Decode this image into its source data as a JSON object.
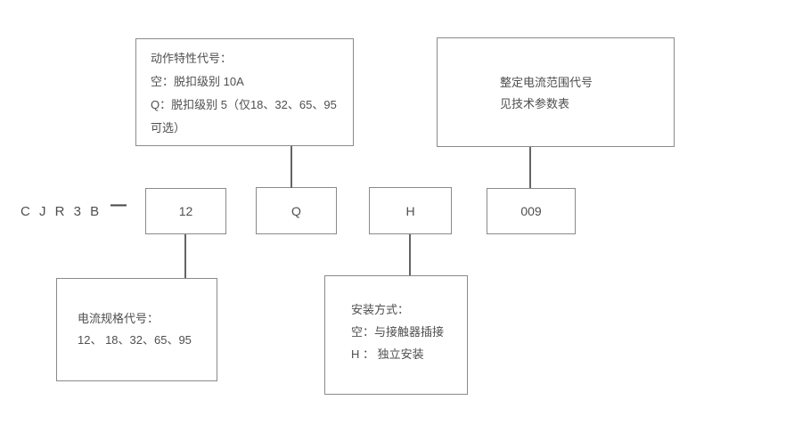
{
  "diagram": {
    "model_prefix": "C J R 3 B",
    "separator": "—",
    "codes": {
      "current_spec_value": "12",
      "action_value": "Q",
      "mounting_value": "H",
      "current_range_value": "009"
    },
    "notes": {
      "action_characteristic": {
        "line1": "动作特性代号：",
        "line2": "空：脱扣级别 10A",
        "line3": "Q：脱扣级别 5（仅18、32、65、95",
        "line4": "可选）"
      },
      "current_range": {
        "line1": "整定电流范围代号",
        "line2": "见技术参数表"
      },
      "current_spec": {
        "line1": "电流规格代号：",
        "line2": "12、 18、32、65、95"
      },
      "mounting": {
        "line1": "安装方式：",
        "line2": "空：与接触器插接",
        "line3": "H ： 独立安装"
      }
    },
    "colors": {
      "border": "#8a8a8a",
      "text": "#4f4f4f",
      "connector": "#646464",
      "background": "#ffffff"
    }
  }
}
